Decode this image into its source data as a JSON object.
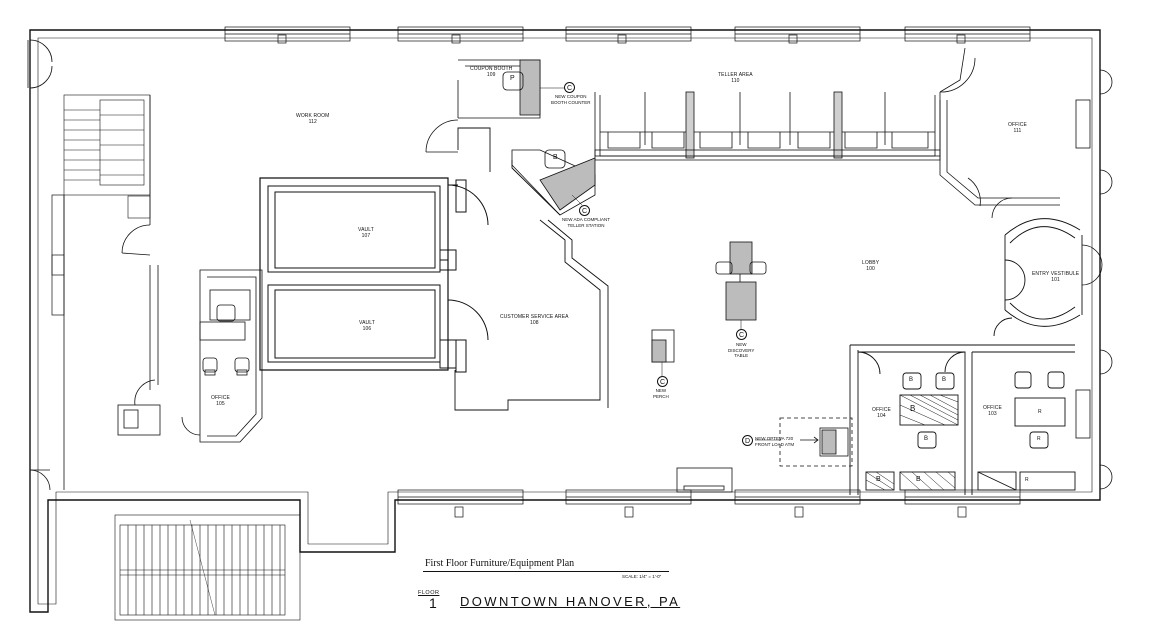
{
  "plan": {
    "title": "First Floor Furniture/Equipment Plan",
    "scale": "SCALE: 1/4\" = 1'-0\"",
    "floor_label": "FLOOR",
    "floor_number": "1",
    "location": "DOWNTOWN HANOVER, PA"
  },
  "rooms": {
    "work_room": {
      "name": "WORK ROOM",
      "number": "112"
    },
    "coupon_booth": {
      "name": "COUPON BOOTH",
      "number": "109"
    },
    "teller_area": {
      "name": "TELLER AREA",
      "number": "110"
    },
    "office_111": {
      "name": "OFFICE",
      "number": "111"
    },
    "vault_107": {
      "name": "VAULT",
      "number": "107"
    },
    "vault_106": {
      "name": "VAULT",
      "number": "106"
    },
    "customer_service": {
      "name": "CUSTOMER SERVICE AREA",
      "number": "108"
    },
    "lobby": {
      "name": "LOBBY",
      "number": "100"
    },
    "entry_vestibule": {
      "name": "ENTRY VESTIBULE",
      "number": "101"
    },
    "office_105": {
      "name": "OFFICE",
      "number": "105"
    },
    "office_104": {
      "name": "OFFICE",
      "number": "104"
    },
    "office_103": {
      "name": "OFFICE",
      "number": "103"
    }
  },
  "callouts": {
    "coupon_counter": {
      "tag": "C",
      "text": [
        "NEW COUPON",
        "BOOTH COUNTER"
      ]
    },
    "ada_teller": {
      "tag": "C",
      "text": [
        "NEW ADA COMPLIANT",
        "TELLER STATION"
      ]
    },
    "discovery_table": {
      "tag": "C",
      "text": [
        "NEW",
        "DISCOVERY",
        "TABLE"
      ]
    },
    "perch": {
      "tag": "C",
      "text": [
        "NEW",
        "PERCH"
      ]
    },
    "atm": {
      "tag": "D",
      "text": [
        "NEW OPTEVA 720",
        "FRONT LOAD ATM"
      ]
    }
  },
  "furniture_tags": {
    "b": "B",
    "p": "P",
    "r": "R"
  }
}
